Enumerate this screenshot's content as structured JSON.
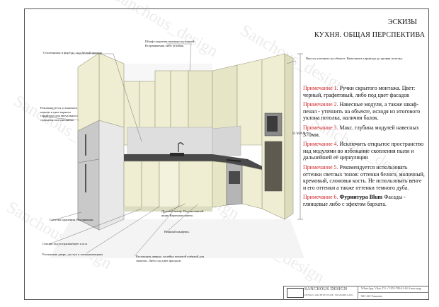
{
  "header": {
    "section": "ЭСКИЗЫ",
    "title": "КУХНЯ. ОБЩАЯ ПЕРСПЕКТИВА"
  },
  "watermark": "Sanchous_design",
  "callouts": [
    "Столешница и фартук - под белый мрамор",
    "Шкаф сокрытия вытяжки кухонной. Встраиваемая либо угловая.",
    "Высоту уточнить на объекте. Выполнить гарнитур до уровня потолка.",
    "Рекомендуется установить панели в цвет каркаса гарнитура для визуального сокрытия холодильника",
    "Система хранения. Выдвижная.",
    "Секция под встраиваемую п.м.м",
    "Распашная дверь. доступ к коммуникациям",
    "Духовой шкаф. Водоналивной ящик Варочная панель",
    "Винный шкафчик.",
    "Распашная дверца. оклейка моховой плёнкой для замоток. Либо под цвет фасадов."
  ],
  "hmax": "H MAX",
  "notes": [
    {
      "label": "Примечание 1.",
      "text": " Ручки скрытого монтажа. Цвет: черный, графитовый, либо под цвет фасадов"
    },
    {
      "label": "Примечание 2.",
      "text": " Навесные модули, а также шкаф-пенал - уточнить на объекте, исходя из итогового уклона потолка, наличия балок."
    },
    {
      "label": "Примечание 3.",
      "text": " Макс. глубина модулей навесных 370мм."
    },
    {
      "label": "Примечание 4.",
      "text": " Исключить открытое пространство над модулями во избежание скопления пыли и дальнейшей её циркуляции"
    },
    {
      "label": "Примечание 5.",
      "text": " Рекомендуется использовать оттенки светлых тонов: оттенки белого, молочный, кремовый, слоновья кость. Не использовать венге и его оттенки а также оттенки темного дуба."
    },
    {
      "label": "Примечание 6.",
      "strong": "Фурнитура Blum",
      "text": " Фасады - глянцевые либо с эфектом бархата."
    }
  ],
  "footer": {
    "brand": "SANCHOUS DESIGN",
    "brand_sub": "DESIGN. ARCHITECTURE. 3D MODELLING",
    "contact": "WhatsApp, Viber, TG +7-952-780-61-64 Александр",
    "code": "МО 423 Тимания"
  },
  "colors": {
    "cabinet": "#efeed2",
    "cabinet_shade": "#e2e0c0",
    "marble": "#dcdcdc",
    "appliance": "#bfbfbf",
    "note_label": "#d0282b",
    "floor": "#f2f2f2"
  }
}
